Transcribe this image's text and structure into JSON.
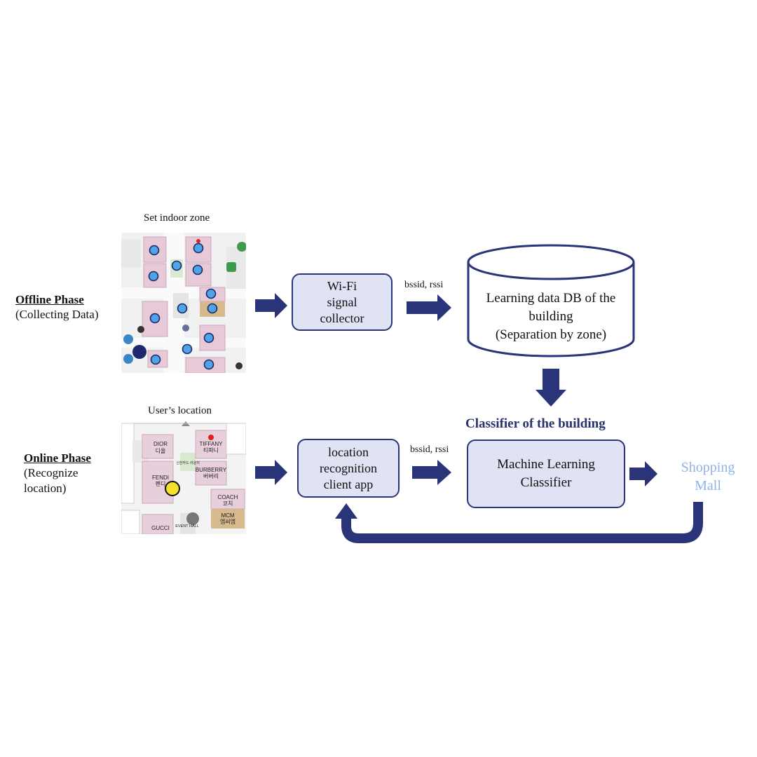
{
  "colors": {
    "arrow": "#2a3478",
    "box_fill": "#dfe3f4",
    "mall": "#8fb3e6",
    "title": "#27326e"
  },
  "offline": {
    "title": "Offline Phase",
    "subtitle": "(Collecting Data)",
    "map_caption": "Set indoor zone"
  },
  "online": {
    "title": "Online Phase",
    "subtitle": "(Recognize\nlocation)",
    "map_caption": "User’s location"
  },
  "wifi_collector": {
    "label": "Wi-Fi\nsignal\ncollector"
  },
  "edge_label_top": "bssid, rssi",
  "edge_label_bottom": "bssid, rssi",
  "db": {
    "label": "Learning data DB of the\nbuilding\n(Separation by zone)"
  },
  "classifier_title": "Classifier of the building",
  "client_app": {
    "label": "location\nrecognition\nclient app"
  },
  "ml_classifier": {
    "label": "Machine Learning\nClassifier"
  },
  "output": {
    "label": "Shopping\nMall"
  },
  "map2": {
    "stores": [
      "DIOR",
      "디올",
      "TIFFANY",
      "티파니",
      "BURBERRY",
      "버버리",
      "FENDI",
      "펜디",
      "COACH",
      "코치",
      "MCM",
      "엠씨엠",
      "GUCCI",
      "EVENT\nHALL",
      "신한카드\n라운지"
    ]
  }
}
